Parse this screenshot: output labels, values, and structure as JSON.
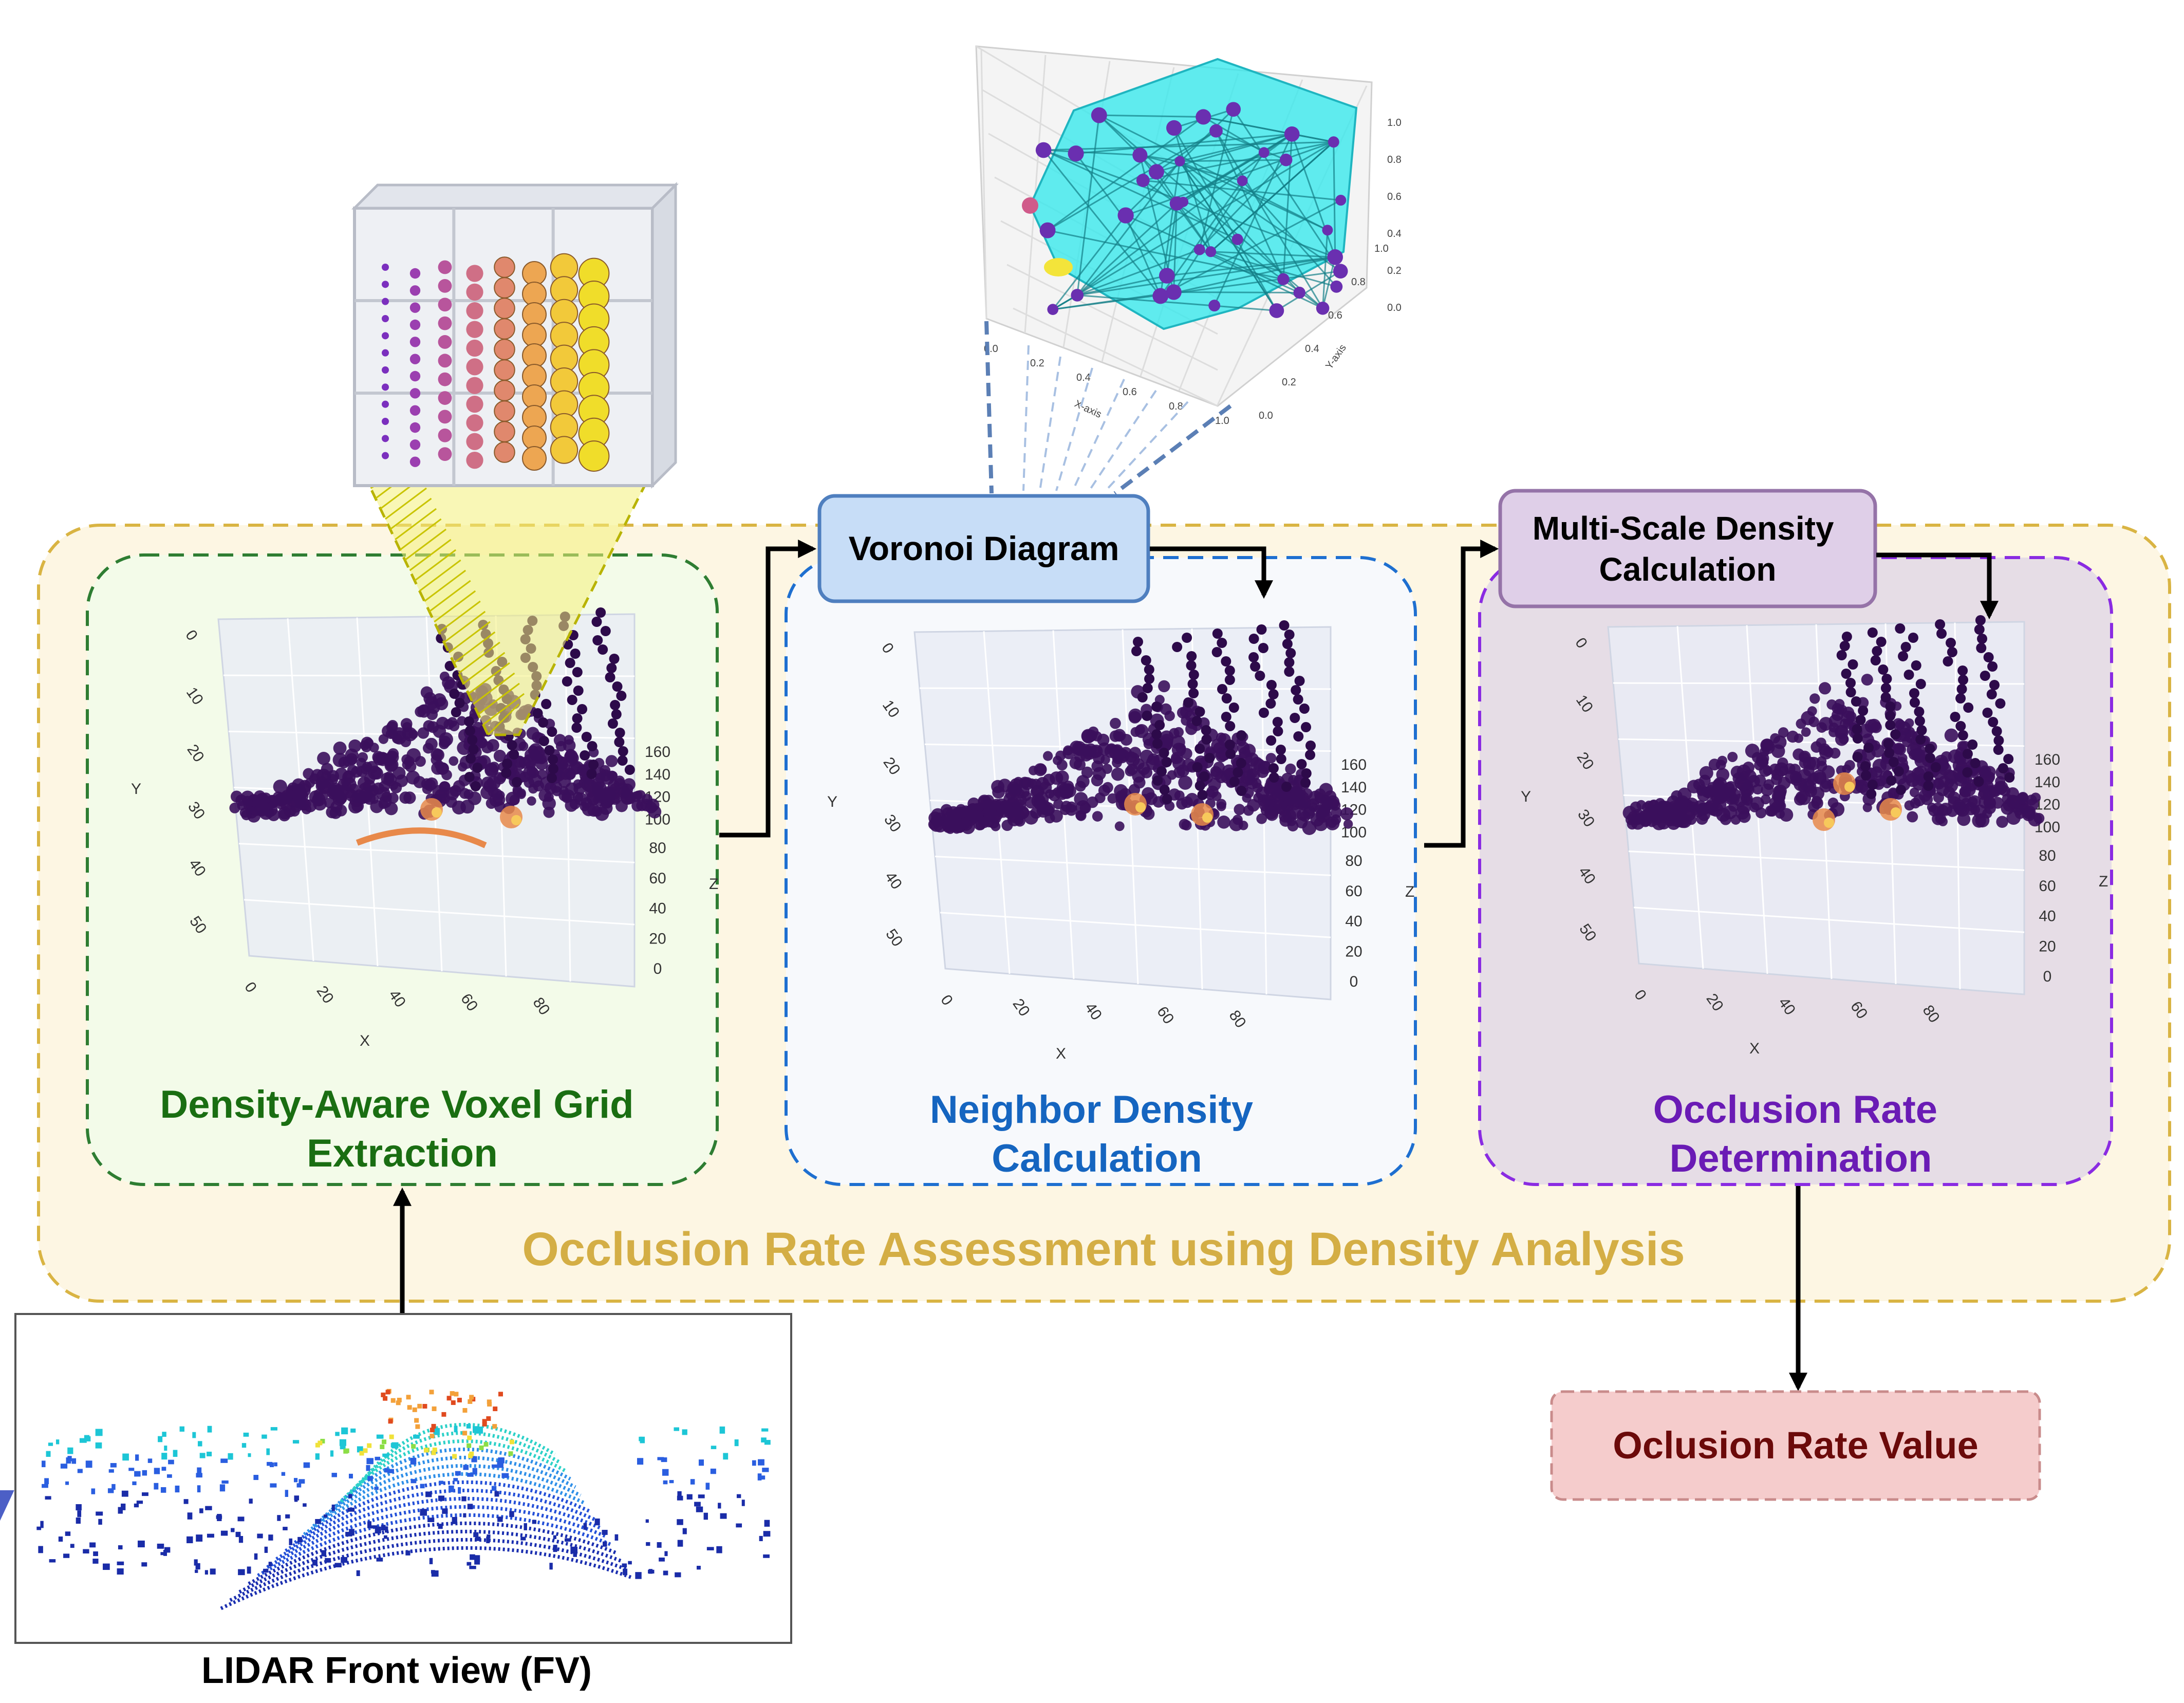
{
  "outer_panel": {
    "title": "Occlusion Rate Assessment using Density Analysis"
  },
  "stages": [
    {
      "id": "voxel",
      "title": "Density-Aware Voxel Grid Extraction",
      "title_lines": [
        "Density-Aware Voxel Grid",
        "Extraction"
      ],
      "color": "#1a6e12"
    },
    {
      "id": "neighbor",
      "title": "Neighbor Density Calculation",
      "title_lines": [
        "Neighbor Density",
        "Calculation"
      ],
      "color": "#1565c0"
    },
    {
      "id": "occlusion",
      "title": "Occlusion Rate Determination",
      "title_lines": [
        "Occlusion Rate",
        "Determination"
      ],
      "color": "#6a1bb5"
    }
  ],
  "method_boxes": {
    "voronoi": {
      "label": "Voronoi Diagram"
    },
    "multiscale": {
      "label": "Multi-Scale Density Calculation",
      "label_lines": [
        "Multi-Scale Density",
        "Calculation"
      ]
    }
  },
  "output": {
    "label": "Oclusion Rate Value"
  },
  "input": {
    "caption": "LIDAR Front view (FV)"
  },
  "plot_axes": {
    "x_label": "X",
    "y_label": "Y",
    "z_label": "Z",
    "x_ticks": [
      "0",
      "20",
      "40",
      "60",
      "80"
    ],
    "y_ticks": [
      "0",
      "10",
      "20",
      "30",
      "40",
      "50"
    ],
    "z_ticks": [
      "0",
      "20",
      "40",
      "60",
      "80",
      "100",
      "120",
      "140",
      "160"
    ]
  },
  "voronoi_plot_axes": {
    "x_label": "X-axis",
    "y_label": "Y-axis",
    "x_ticks": [
      "0.0",
      "0.2",
      "0.4",
      "0.6",
      "0.8",
      "1.0"
    ],
    "y_ticks": [
      "0.0",
      "0.2",
      "0.4",
      "0.6",
      "0.8",
      "1.0"
    ],
    "z_ticks": [
      "0.0",
      "0.2",
      "0.4",
      "0.6",
      "0.8",
      "1.0"
    ]
  },
  "colors": {
    "outer_fill": "#fdf6e3",
    "outer_border": "#d9b443",
    "voxel_fill": "#f3fbe9",
    "voxel_border": "#2e7d32",
    "neighbor_fill": "#f7f9fc",
    "neighbor_border": "#1e6fd0",
    "occlusion_fill": "#e6dde6",
    "occlusion_border": "#8a2be2",
    "voronoi_box_fill": "#c7ddf7",
    "voronoi_box_border": "#4f7fbf",
    "multiscale_box_fill": "#dfcfe8",
    "multiscale_box_border": "#9573a8",
    "output_fill": "#f5cccc",
    "output_text": "#6b0a0a",
    "title_color": "#d4ae45",
    "hull": "#2ee8ec",
    "points": "#3b0f5c"
  }
}
